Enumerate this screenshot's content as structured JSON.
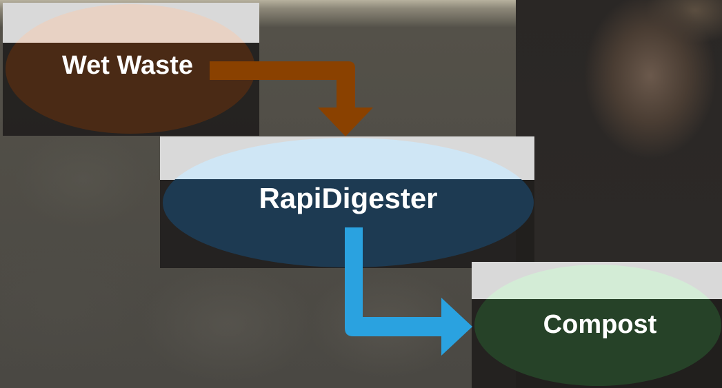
{
  "nodes": {
    "wet_waste": {
      "label": "Wet Waste",
      "top_color": "#e8d2c4",
      "bottom_color": "#4a2a15"
    },
    "rapidigester": {
      "label": "RapiDigester",
      "top_color": "#cfe6f5",
      "bottom_color": "#1d3a52"
    },
    "compost": {
      "label": "Compost",
      "top_color": "#d3ecd6",
      "bottom_color": "#264228"
    }
  },
  "arrows": {
    "wet_to_digester_color": "#8a4100",
    "digester_to_compost_color": "#2aa2e0"
  }
}
